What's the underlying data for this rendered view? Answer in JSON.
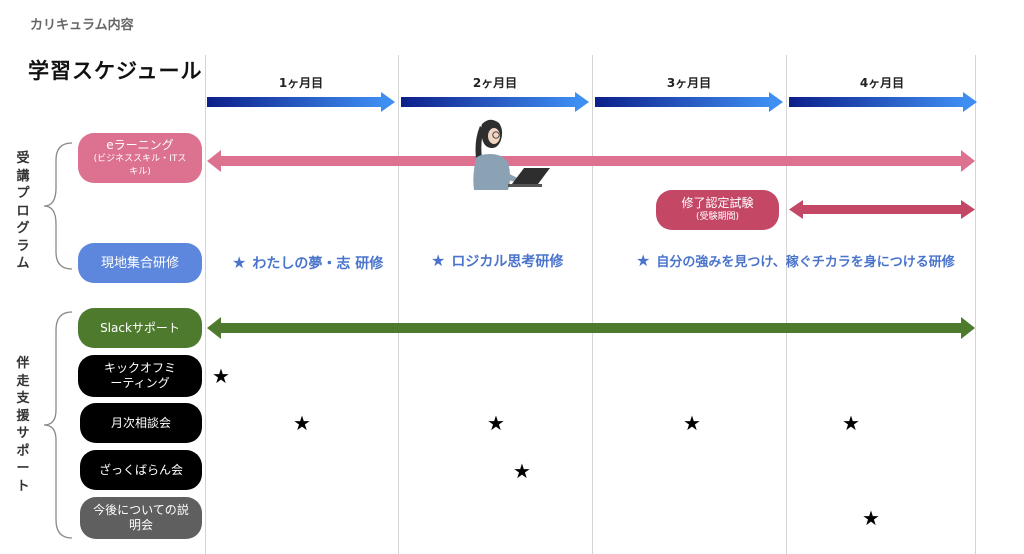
{
  "header": {
    "section_label": "カリキュラム内容",
    "title": "学習スケジュール"
  },
  "months": [
    "1ヶ月目",
    "2ヶ月目",
    "3ヶ月目",
    "4ヶ月目"
  ],
  "groups": {
    "program": "受講プログラム",
    "support": "伴走支援サポート"
  },
  "program": {
    "elearning": {
      "title": "eラーニング",
      "sub": "(ビジネススキル・ITスキル)"
    },
    "exam": {
      "title": "修了認定試験",
      "sub": "(受験期間)"
    },
    "onsite": {
      "title": "現地集合研修"
    },
    "courses": [
      "わたしの夢・志 研修",
      "ロジカル思考研修",
      "自分の強みを見つけ、稼ぐチカラを身につける研修"
    ]
  },
  "support": {
    "slack": "Slackサポート",
    "kickoff": "キックオフミーティング",
    "monthly": "月次相談会",
    "casual": "ざっくばらん会",
    "briefing": "今後についての説明会"
  },
  "colors": {
    "month_arrow_start": "#0c1f8a",
    "month_arrow_end": "#3f8ef2",
    "elearning": "#dc7290",
    "exam": "#c44766",
    "onsite": "#5d87dc",
    "course_text": "#4a74cc",
    "slack": "#4e7a2e",
    "dark_pill": "#000000",
    "briefing_pill": "#5f5f5f"
  },
  "icons": [
    "star-icon",
    "person-laptop-icon"
  ]
}
